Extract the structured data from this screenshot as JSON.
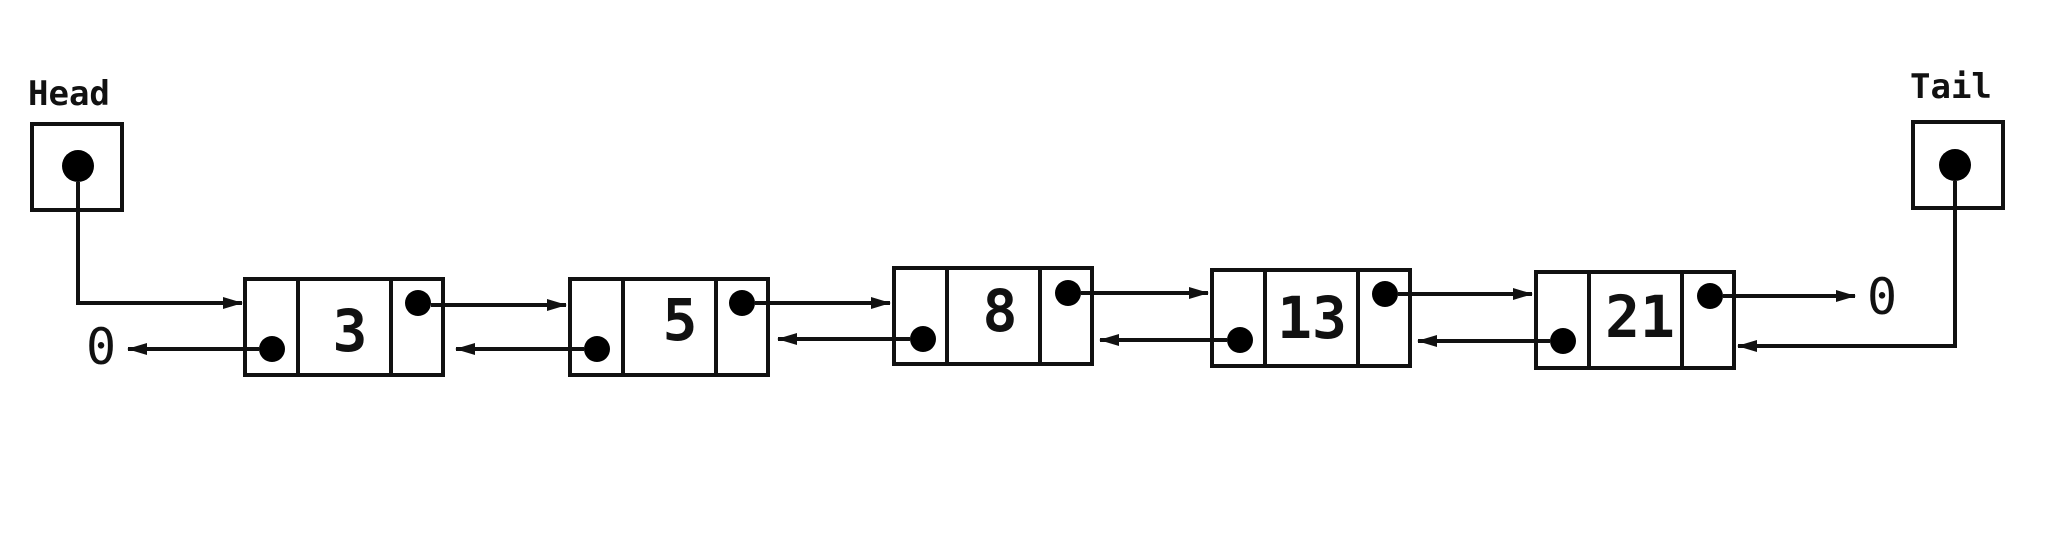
{
  "head": {
    "label": "Head"
  },
  "tail": {
    "label": "Tail"
  },
  "nodes": [
    {
      "value": "3"
    },
    {
      "value": "5"
    },
    {
      "value": "8"
    },
    {
      "value": "13"
    },
    {
      "value": "21"
    }
  ],
  "null_left": "0",
  "null_right": "0"
}
